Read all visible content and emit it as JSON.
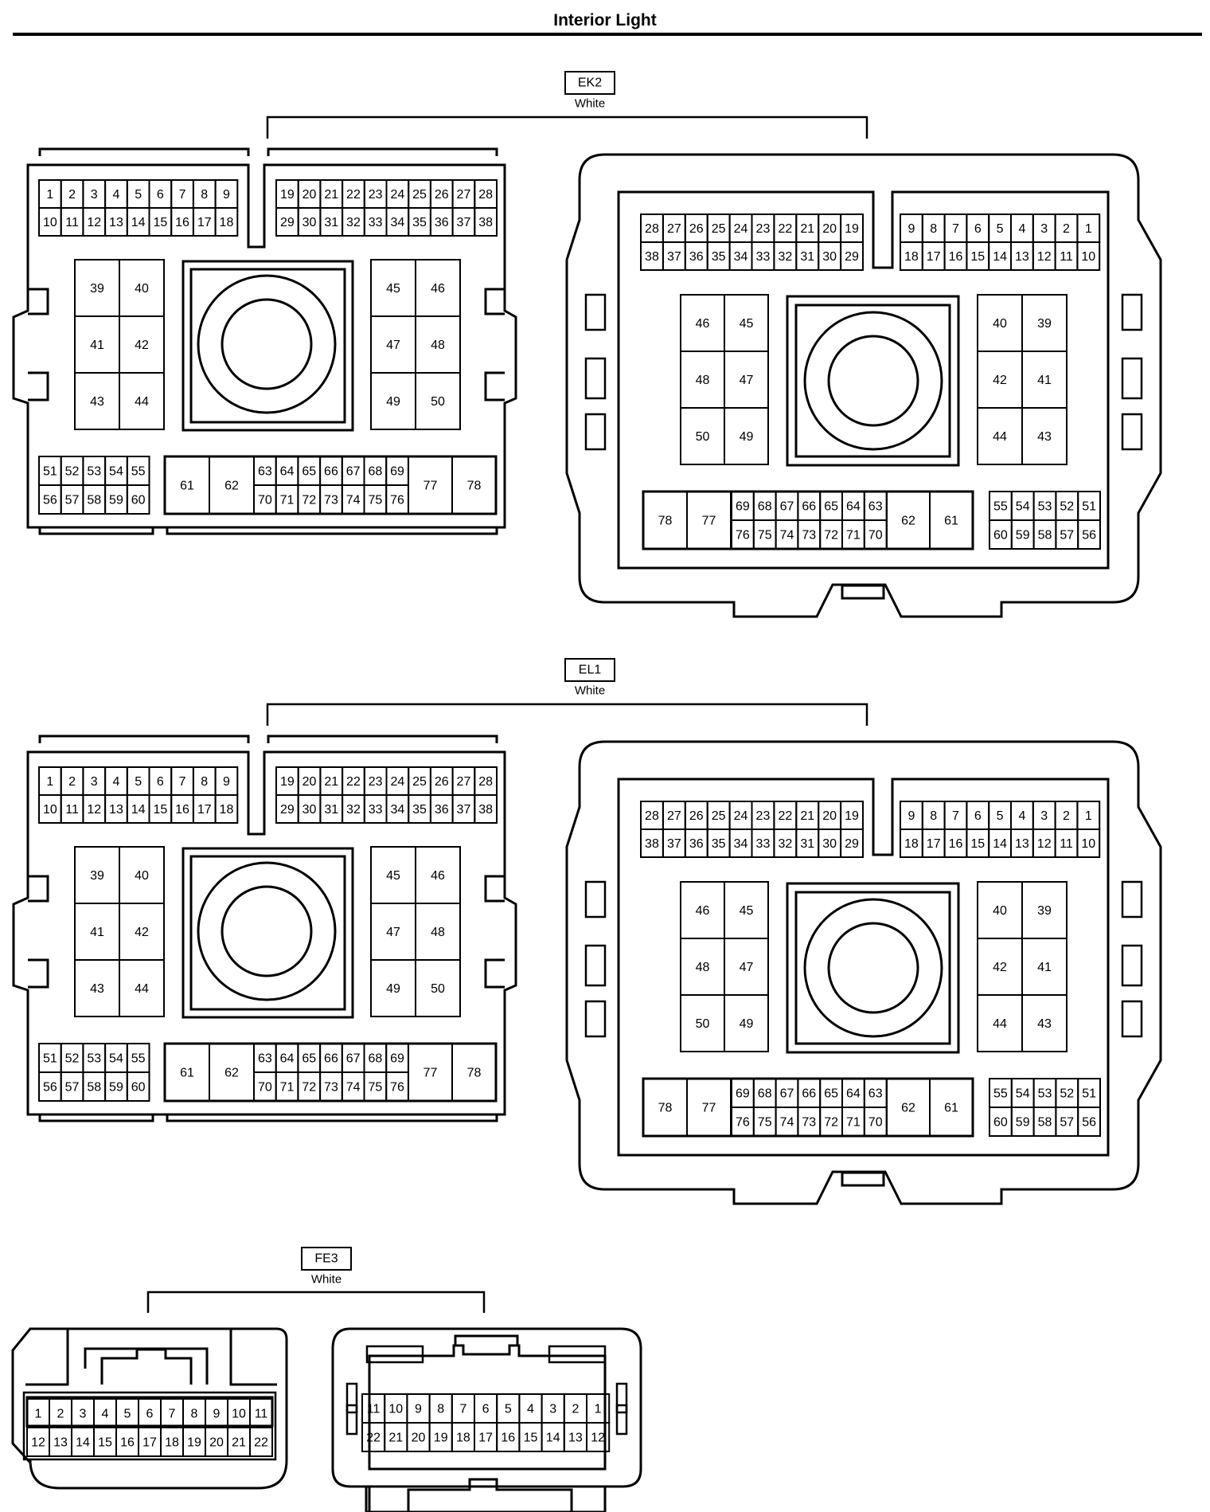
{
  "page": {
    "title": "Interior Light"
  },
  "connectors": [
    {
      "code": "EK2",
      "color": "White",
      "female": {
        "top_left": [
          [
            "1",
            "2",
            "3",
            "4",
            "5",
            "6",
            "7",
            "8",
            "9"
          ],
          [
            "10",
            "11",
            "12",
            "13",
            "14",
            "15",
            "16",
            "17",
            "18"
          ]
        ],
        "top_right": [
          [
            "19",
            "20",
            "21",
            "22",
            "23",
            "24",
            "25",
            "26",
            "27",
            "28"
          ],
          [
            "29",
            "30",
            "31",
            "32",
            "33",
            "34",
            "35",
            "36",
            "37",
            "38"
          ]
        ],
        "mid_left": [
          [
            "39",
            "40"
          ],
          [
            "41",
            "42"
          ],
          [
            "43",
            "44"
          ]
        ],
        "mid_right": [
          [
            "45",
            "46"
          ],
          [
            "47",
            "48"
          ],
          [
            "49",
            "50"
          ]
        ],
        "bot_left": [
          [
            "51",
            "52",
            "53",
            "54",
            "55"
          ],
          [
            "56",
            "57",
            "58",
            "59",
            "60"
          ]
        ],
        "bot_big_left": [
          "61",
          "62"
        ],
        "bot_mid": [
          [
            "63",
            "64",
            "65",
            "66",
            "67",
            "68",
            "69"
          ],
          [
            "70",
            "71",
            "72",
            "73",
            "74",
            "75",
            "76"
          ]
        ],
        "bot_big_right": [
          "77",
          "78"
        ]
      },
      "male": {
        "top_left": [
          [
            "28",
            "27",
            "26",
            "25",
            "24",
            "23",
            "22",
            "21",
            "20",
            "19"
          ],
          [
            "38",
            "37",
            "36",
            "35",
            "34",
            "33",
            "32",
            "31",
            "30",
            "29"
          ]
        ],
        "top_right": [
          [
            "9",
            "8",
            "7",
            "6",
            "5",
            "4",
            "3",
            "2",
            "1"
          ],
          [
            "18",
            "17",
            "16",
            "15",
            "14",
            "13",
            "12",
            "11",
            "10"
          ]
        ],
        "mid_left": [
          [
            "46",
            "45"
          ],
          [
            "48",
            "47"
          ],
          [
            "50",
            "49"
          ]
        ],
        "mid_right": [
          [
            "40",
            "39"
          ],
          [
            "42",
            "41"
          ],
          [
            "44",
            "43"
          ]
        ],
        "bot_big_left": [
          "78",
          "77"
        ],
        "bot_mid": [
          [
            "69",
            "68",
            "67",
            "66",
            "65",
            "64",
            "63"
          ],
          [
            "76",
            "75",
            "74",
            "73",
            "72",
            "71",
            "70"
          ]
        ],
        "bot_big_right": [
          "62",
          "61"
        ],
        "bot_right": [
          [
            "55",
            "54",
            "53",
            "52",
            "51"
          ],
          [
            "60",
            "59",
            "58",
            "57",
            "56"
          ]
        ]
      }
    },
    {
      "code": "EL1",
      "color": "White",
      "female": {
        "top_left": [
          [
            "1",
            "2",
            "3",
            "4",
            "5",
            "6",
            "7",
            "8",
            "9"
          ],
          [
            "10",
            "11",
            "12",
            "13",
            "14",
            "15",
            "16",
            "17",
            "18"
          ]
        ],
        "top_right": [
          [
            "19",
            "20",
            "21",
            "22",
            "23",
            "24",
            "25",
            "26",
            "27",
            "28"
          ],
          [
            "29",
            "30",
            "31",
            "32",
            "33",
            "34",
            "35",
            "36",
            "37",
            "38"
          ]
        ],
        "mid_left": [
          [
            "39",
            "40"
          ],
          [
            "41",
            "42"
          ],
          [
            "43",
            "44"
          ]
        ],
        "mid_right": [
          [
            "45",
            "46"
          ],
          [
            "47",
            "48"
          ],
          [
            "49",
            "50"
          ]
        ],
        "bot_left": [
          [
            "51",
            "52",
            "53",
            "54",
            "55"
          ],
          [
            "56",
            "57",
            "58",
            "59",
            "60"
          ]
        ],
        "bot_big_left": [
          "61",
          "62"
        ],
        "bot_mid": [
          [
            "63",
            "64",
            "65",
            "66",
            "67",
            "68",
            "69"
          ],
          [
            "70",
            "71",
            "72",
            "73",
            "74",
            "75",
            "76"
          ]
        ],
        "bot_big_right": [
          "77",
          "78"
        ]
      },
      "male": {
        "top_left": [
          [
            "28",
            "27",
            "26",
            "25",
            "24",
            "23",
            "22",
            "21",
            "20",
            "19"
          ],
          [
            "38",
            "37",
            "36",
            "35",
            "34",
            "33",
            "32",
            "31",
            "30",
            "29"
          ]
        ],
        "top_right": [
          [
            "9",
            "8",
            "7",
            "6",
            "5",
            "4",
            "3",
            "2",
            "1"
          ],
          [
            "18",
            "17",
            "16",
            "15",
            "14",
            "13",
            "12",
            "11",
            "10"
          ]
        ],
        "mid_left": [
          [
            "46",
            "45"
          ],
          [
            "48",
            "47"
          ],
          [
            "50",
            "49"
          ]
        ],
        "mid_right": [
          [
            "40",
            "39"
          ],
          [
            "42",
            "41"
          ],
          [
            "44",
            "43"
          ]
        ],
        "bot_big_left": [
          "78",
          "77"
        ],
        "bot_mid": [
          [
            "69",
            "68",
            "67",
            "66",
            "65",
            "64",
            "63"
          ],
          [
            "76",
            "75",
            "74",
            "73",
            "72",
            "71",
            "70"
          ]
        ],
        "bot_big_right": [
          "62",
          "61"
        ],
        "bot_right": [
          [
            "55",
            "54",
            "53",
            "52",
            "51"
          ],
          [
            "60",
            "59",
            "58",
            "57",
            "56"
          ]
        ]
      }
    },
    {
      "code": "FE3",
      "color": "White",
      "female": [
        [
          "1",
          "2",
          "3",
          "4",
          "5",
          "6",
          "7",
          "8",
          "9",
          "10",
          "11"
        ],
        [
          "12",
          "13",
          "14",
          "15",
          "16",
          "17",
          "18",
          "19",
          "20",
          "21",
          "22"
        ]
      ],
      "male": [
        [
          "11",
          "10",
          "9",
          "8",
          "7",
          "6",
          "5",
          "4",
          "3",
          "2",
          "1"
        ],
        [
          "22",
          "21",
          "20",
          "19",
          "18",
          "17",
          "16",
          "15",
          "14",
          "13",
          "12"
        ]
      ]
    }
  ]
}
